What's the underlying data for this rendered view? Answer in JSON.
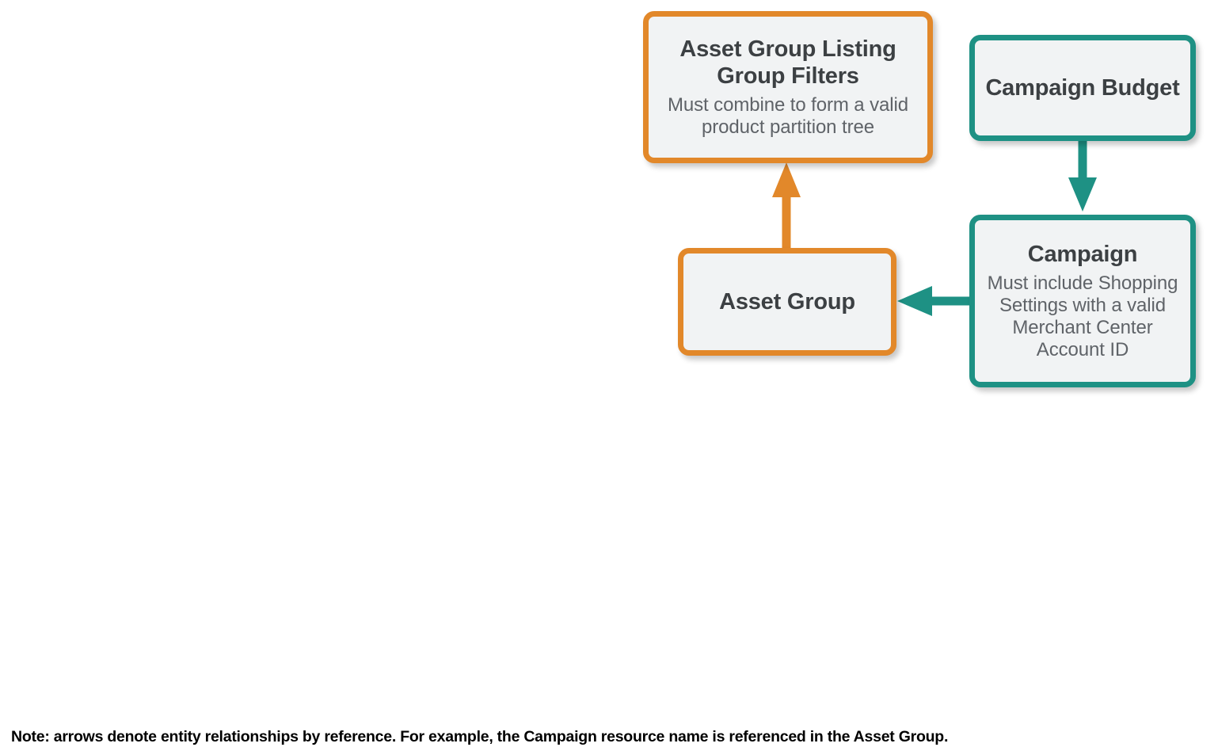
{
  "diagram": {
    "colors": {
      "orange": "#e2882a",
      "teal": "#1e9184",
      "node_fill": "#f1f3f4",
      "title_text": "#3c4043",
      "desc_text": "#5f6368",
      "note_text": "#000000",
      "background": "#ffffff"
    },
    "nodes": [
      {
        "id": "asset-group-listing-group-filters",
        "title": "Asset Group Listing Group Filters",
        "description": "Must combine to form a valid product partition tree",
        "color": "#e2882a"
      },
      {
        "id": "campaign-budget",
        "title": "Campaign Budget",
        "description": "",
        "color": "#1e9184"
      },
      {
        "id": "asset-group",
        "title": "Asset Group",
        "description": "",
        "color": "#e2882a"
      },
      {
        "id": "campaign",
        "title": "Campaign",
        "description": "Must include Shopping Settings with a valid Merchant Center Account ID",
        "color": "#1e9184"
      }
    ],
    "edges": [
      {
        "id": "asset-group-to-listing-group-filters",
        "from": "asset-group",
        "to": "asset-group-listing-group-filters",
        "direction": "up",
        "color": "#e2882a"
      },
      {
        "id": "campaign-budget-to-campaign",
        "from": "campaign-budget",
        "to": "campaign",
        "direction": "down",
        "color": "#1e9184"
      },
      {
        "id": "campaign-to-asset-group",
        "from": "campaign",
        "to": "asset-group",
        "direction": "left",
        "color": "#1e9184"
      }
    ],
    "note": "Note: arrows denote entity relationships by reference. For example, the Campaign resource name is referenced in the Asset Group."
  }
}
